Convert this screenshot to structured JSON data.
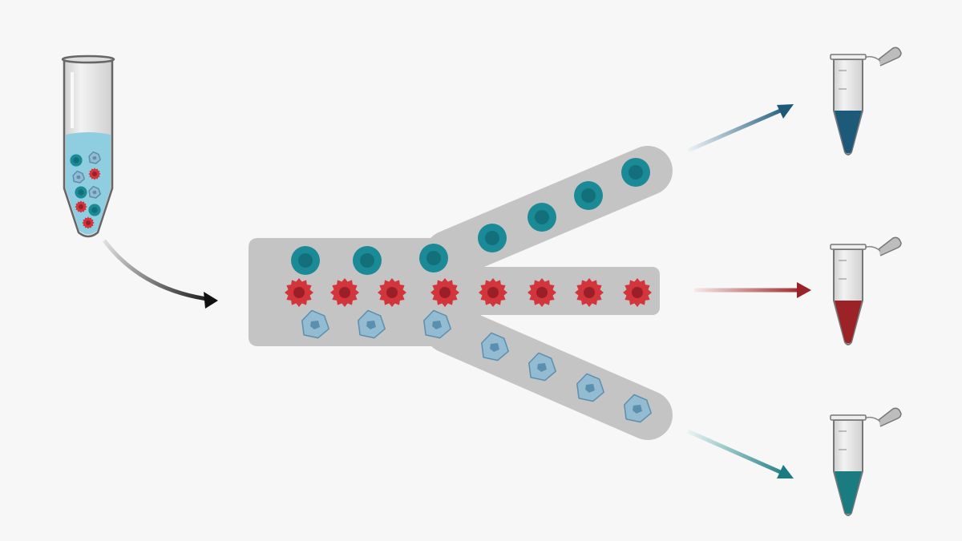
{
  "diagram": {
    "type": "cell-sorting-schematic",
    "colors": {
      "background": "#f7f7f7",
      "channel": "#c4c4c4",
      "teal_cell": "#1a8a96",
      "teal_nucleus": "#13707b",
      "red_cell": "#d2353b",
      "red_nucleus": "#9a1f27",
      "blue_cell": "#93bcd3",
      "blue_outline": "#5b8fae",
      "blue_output": "#1d5a7a",
      "red_output": "#9b2226",
      "teal_output": "#1a7c80",
      "sample_liquid": "#8fcde0"
    },
    "channels": [
      {
        "name": "teal-cells",
        "count_in_branch": 4,
        "count_in_main": 3
      },
      {
        "name": "red-cells",
        "count_in_branch": 5,
        "count_in_main": 3
      },
      {
        "name": "blue-cells",
        "count_in_branch": 4,
        "count_in_main": 3
      }
    ]
  }
}
